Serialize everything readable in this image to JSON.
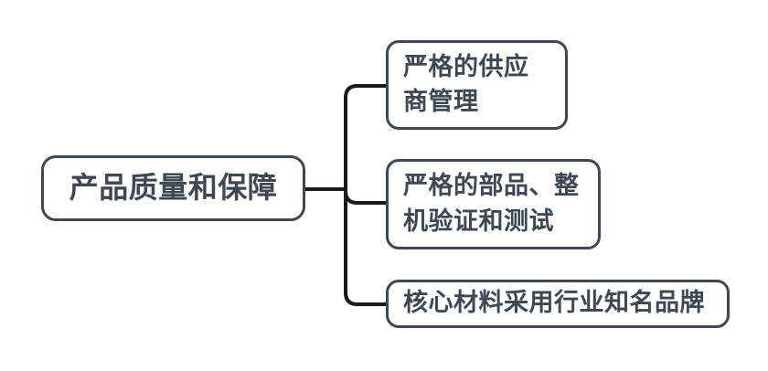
{
  "diagram": {
    "type": "horizontal-tree",
    "orientation": "left-to-right",
    "background_color": "#ffffff",
    "border_color": "#3E4754",
    "text_color": "#3E4754",
    "connector_color": "#1a1a1a",
    "root": {
      "label": "产品质量和保障"
    },
    "children": [
      {
        "label": "严格的供应商管理"
      },
      {
        "label": "严格的部品、整机验证和测试"
      },
      {
        "label": "核心材料采用行业知名品牌"
      }
    ]
  }
}
